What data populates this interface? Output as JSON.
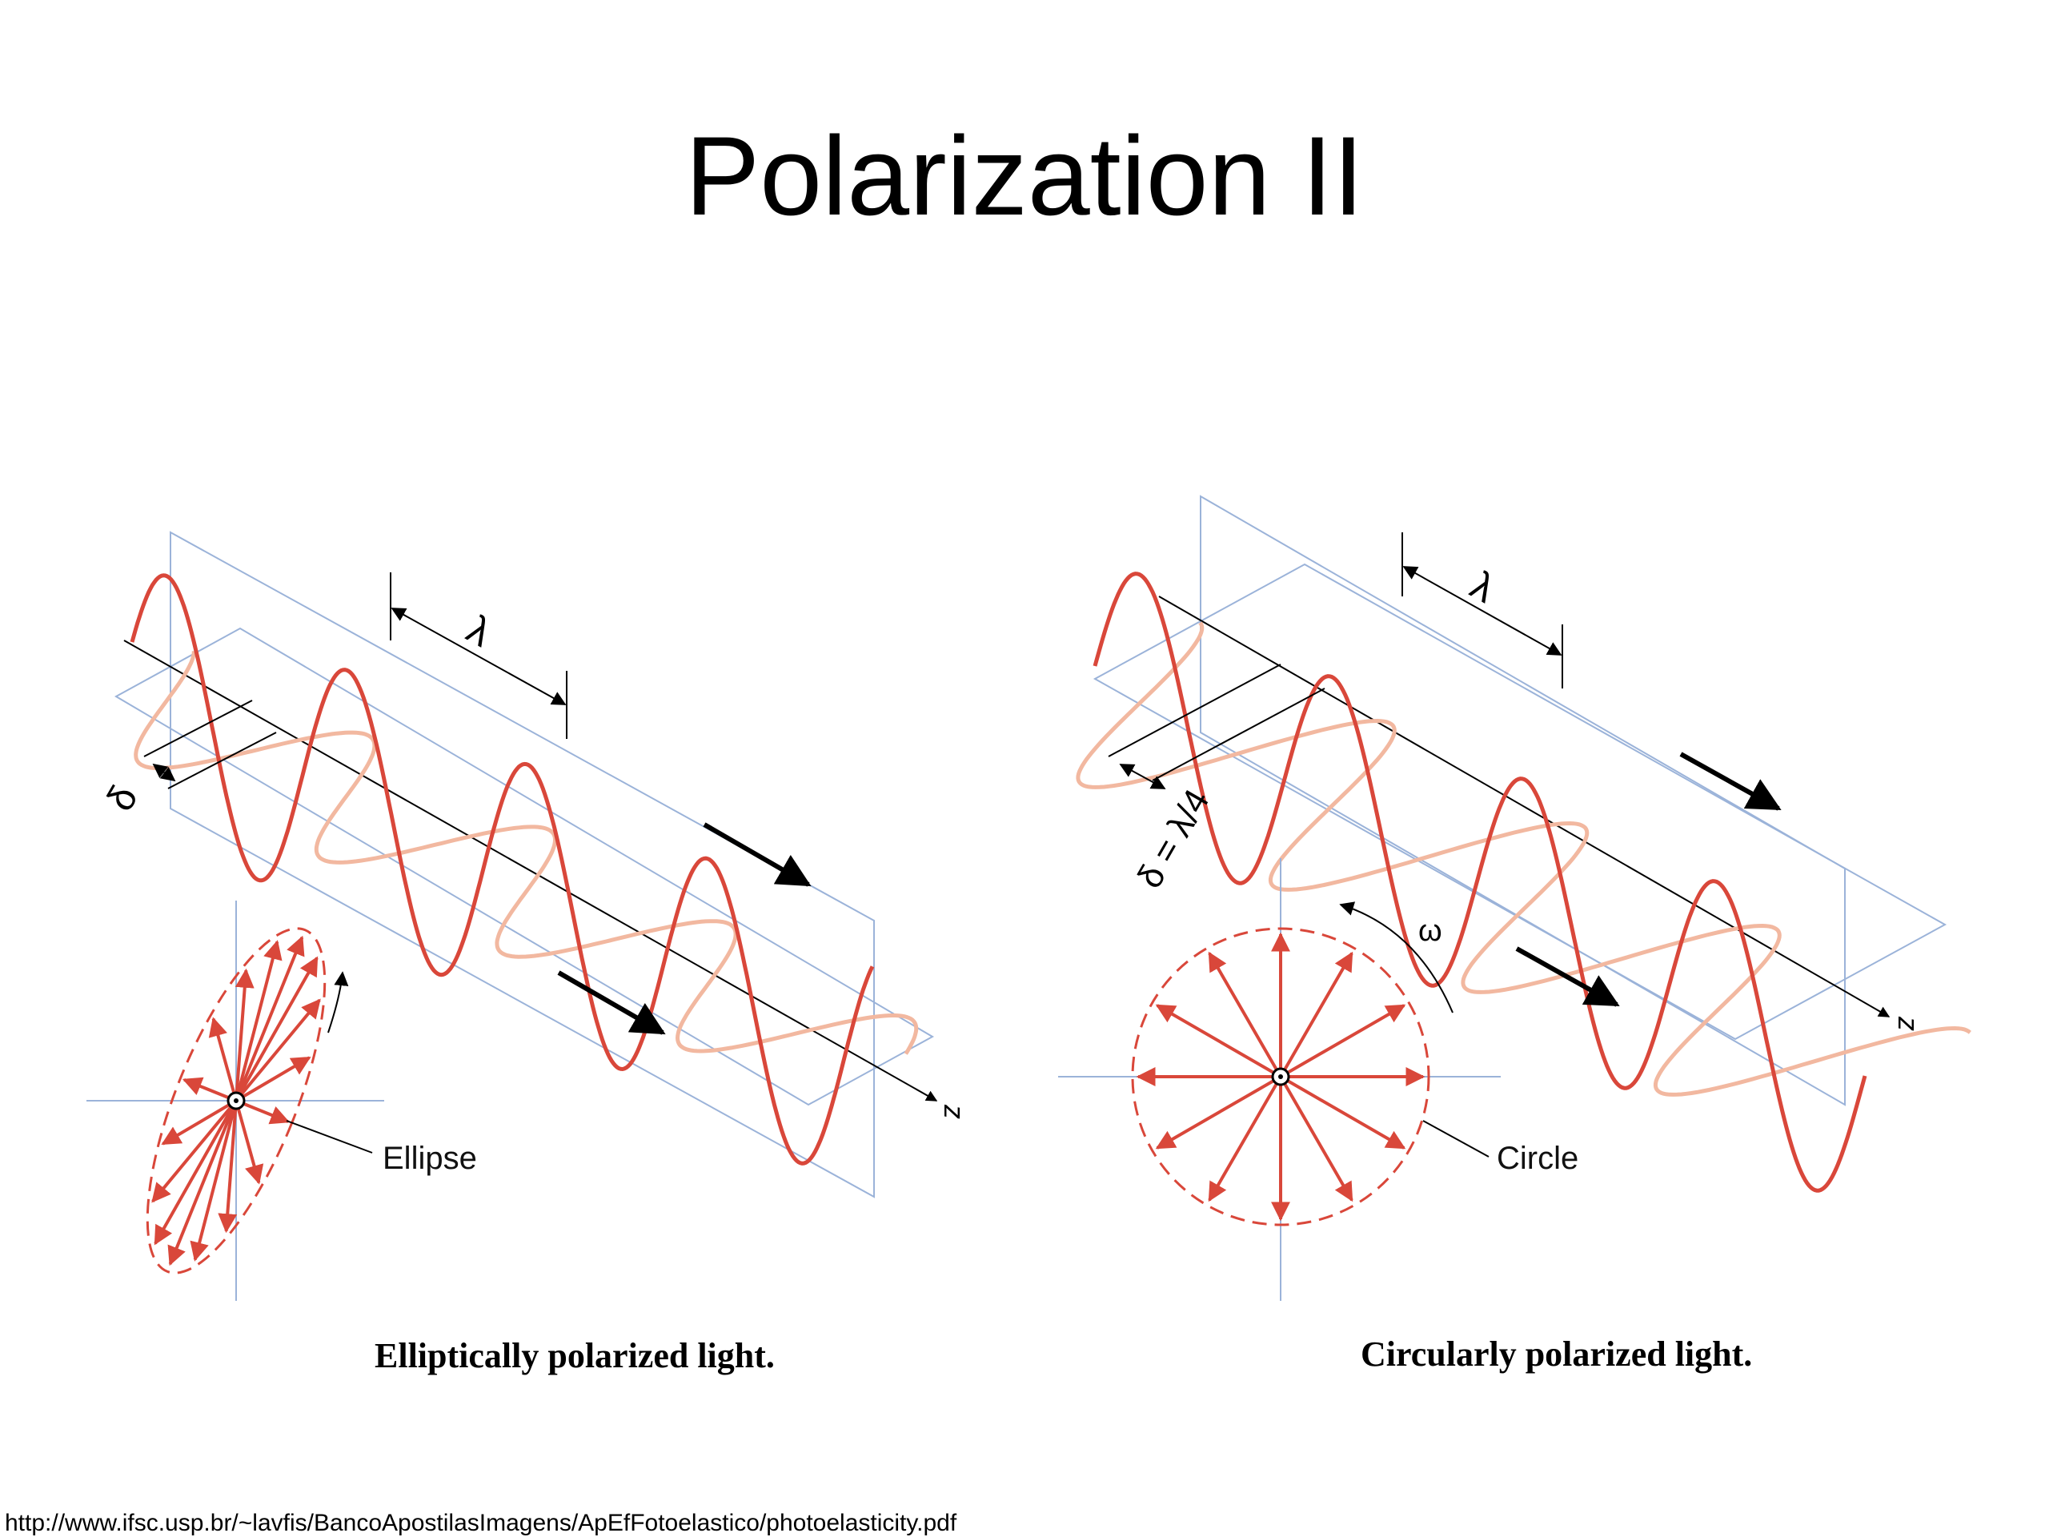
{
  "slide": {
    "title": "Polarization II",
    "source_url": "http://www.ifsc.usp.br/~lavfis/BancoApostilasImagens/ApEfFotoelastico/photoelasticity.pdf"
  },
  "left_panel": {
    "caption": "Elliptically polarized light.",
    "wavelength_label": "λ",
    "phase_label": "δ",
    "axis_label": "z",
    "shape_label": "Ellipse"
  },
  "right_panel": {
    "caption": "Circularly polarized light.",
    "wavelength_label": "λ",
    "phase_label": "δ = λ/4",
    "axis_label": "z",
    "shape_label": "Circle",
    "rotation_label": "ω"
  },
  "colors": {
    "wave": "#d9473a",
    "wave_faint": "#f2b8a0",
    "plane": "#9bb3d9",
    "axis": "#000000"
  }
}
